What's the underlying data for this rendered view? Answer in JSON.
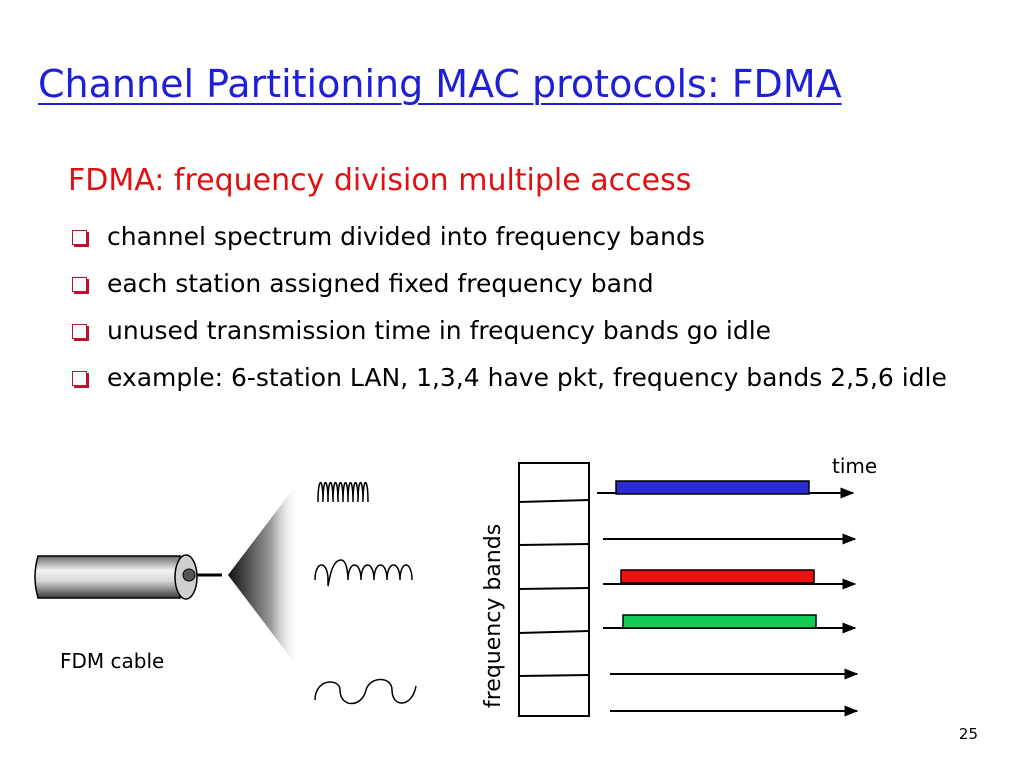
{
  "slide": {
    "title": "Channel Partitioning MAC protocols: FDMA",
    "subtitle": "FDMA: frequency division multiple access",
    "bullets": [
      {
        "text": "channel spectrum divided into frequency bands"
      },
      {
        "text": "each station assigned fixed frequency band"
      },
      {
        "text": "unused transmission time in frequency bands go idle"
      },
      {
        "text": "example: 6-station LAN, 1,3,4 have pkt, frequency bands 2,5,6 idle"
      }
    ],
    "page_number": "25"
  },
  "diagram": {
    "cable_label": "FDM cable",
    "axis_label": "frequency bands",
    "time_label": "time",
    "bands": [
      {
        "band": 1,
        "status": "pkt",
        "color": "#2b2bd4"
      },
      {
        "band": 2,
        "status": "idle"
      },
      {
        "band": 3,
        "status": "pkt",
        "color": "#ee1111"
      },
      {
        "band": 4,
        "status": "pkt",
        "color": "#11cc55"
      },
      {
        "band": 5,
        "status": "idle"
      },
      {
        "band": 6,
        "status": "idle"
      }
    ]
  }
}
